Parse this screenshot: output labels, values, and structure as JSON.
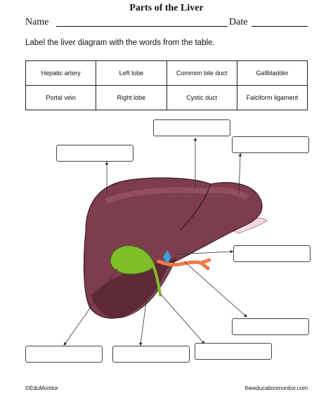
{
  "title": "Parts of the Liver",
  "name_label": "Name",
  "date_label": "Date",
  "instruction": "Label the liver diagram with the words from the table.",
  "word_table": [
    [
      "Hepatic artery",
      "Left lobe",
      "Common bile duct",
      "Gallbladder"
    ],
    [
      "Portal vein",
      "Right lobe",
      "Cystic duct",
      "Falciform ligament"
    ]
  ],
  "footer": {
    "left": "©EduMonitor",
    "right": "theeducationmonitor.com"
  },
  "colors": {
    "liver": "#7d3d4c",
    "gallbladder": "#7fbf2a",
    "hepatic_artery": "#f07a4a",
    "portal_vein": "#3aa0d8"
  }
}
